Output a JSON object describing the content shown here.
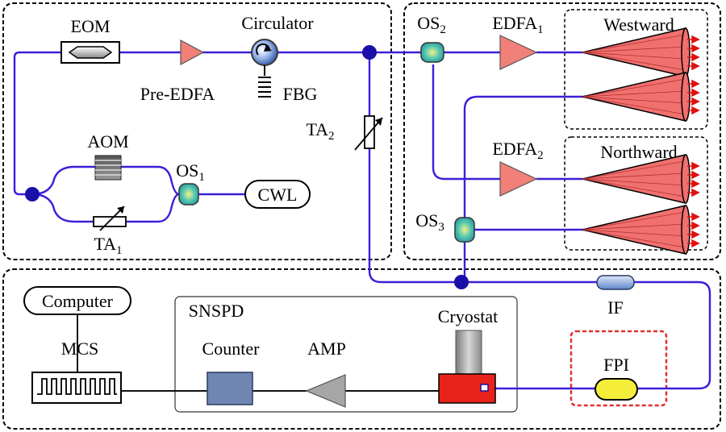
{
  "labels": {
    "eom": "EOM",
    "circulator": "Circulator",
    "pre_edfa": "Pre-EDFA",
    "fbg": "FBG",
    "aom": "AOM",
    "os1": {
      "base": "OS",
      "sub": "1"
    },
    "cwl": "CWL",
    "ta1": {
      "base": "TA",
      "sub": "1"
    },
    "ta2": {
      "base": "TA",
      "sub": "2"
    },
    "os2": {
      "base": "OS",
      "sub": "2"
    },
    "edfa1": {
      "base": "EDFA",
      "sub": "1"
    },
    "edfa2": {
      "base": "EDFA",
      "sub": "2"
    },
    "os3": {
      "base": "OS",
      "sub": "3"
    },
    "westward": "Westward",
    "northward": "Northward",
    "computer": "Computer",
    "mcs": "MCS",
    "snspd": "SNSPD",
    "counter": "Counter",
    "amp": "AMP",
    "cryostat": "Cryostat",
    "if": "IF",
    "fpi": "FPI"
  },
  "colors": {
    "fiber": "#3d1fd8",
    "node": "#1a0fa8",
    "amplifier": "#f08078",
    "telescope_fill": "#f07070",
    "arrow": "#e01010",
    "coupler": "#4fc7b0",
    "counter": "#6f86b3",
    "amp_triangle": "#a6a6a6",
    "cryostat_base": "#e8231b",
    "fpi": "#f4ee3a",
    "fpi_box": "#e03030"
  }
}
